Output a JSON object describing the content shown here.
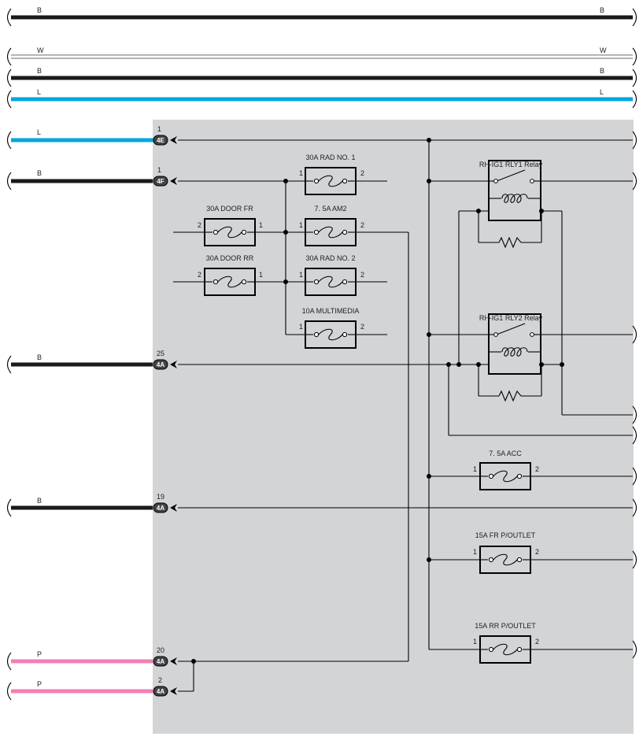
{
  "colors": {
    "B": "#1a1a1a",
    "W": "#ffffff",
    "L": "#00a6e0",
    "P": "#f07fb5",
    "panel": "#d3d4d6"
  },
  "harness_wires": [
    {
      "color_code": "B",
      "left_label": "B",
      "right_label": "B"
    },
    {
      "color_code": "W",
      "left_label": "W",
      "right_label": "W"
    },
    {
      "color_code": "B",
      "left_label": "B",
      "right_label": "B"
    },
    {
      "color_code": "L",
      "left_label": "L",
      "right_label": "L"
    }
  ],
  "input_wires": [
    {
      "color_code": "L",
      "label": "L",
      "pin": "1",
      "connector": "4E"
    },
    {
      "color_code": "B",
      "label": "B",
      "pin": "1",
      "connector": "4F"
    },
    {
      "color_code": "B",
      "label": "B",
      "pin": "25",
      "connector": "4A"
    },
    {
      "color_code": "B",
      "label": "B",
      "pin": "19",
      "connector": "4A"
    },
    {
      "color_code": "P",
      "label": "P",
      "pin": "20",
      "connector": "4A"
    },
    {
      "color_code": "P",
      "label": "P",
      "pin": "2",
      "connector": "4A"
    }
  ],
  "fuses": [
    {
      "name": "30A RAD NO. 1",
      "pin_left": "1",
      "pin_right": "2"
    },
    {
      "name": "30A DOOR FR",
      "pin_left": "2",
      "pin_right": "1"
    },
    {
      "name": "7. 5A AM2",
      "pin_left": "1",
      "pin_right": "2"
    },
    {
      "name": "30A DOOR RR",
      "pin_left": "2",
      "pin_right": "1"
    },
    {
      "name": "30A RAD NO. 2",
      "pin_left": "1",
      "pin_right": "2"
    },
    {
      "name": "10A MULTIMEDIA",
      "pin_left": "1",
      "pin_right": "2"
    },
    {
      "name": "7. 5A ACC",
      "pin_left": "1",
      "pin_right": "2"
    },
    {
      "name": "15A FR P/OUTLET",
      "pin_left": "1",
      "pin_right": "2"
    },
    {
      "name": "15A RR P/OUTLET",
      "pin_left": "1",
      "pin_right": "2"
    }
  ],
  "relays": [
    {
      "name": "RH-IG1 RLY1 Relay"
    },
    {
      "name": "RH-IG1 RLY2 Relay"
    }
  ]
}
